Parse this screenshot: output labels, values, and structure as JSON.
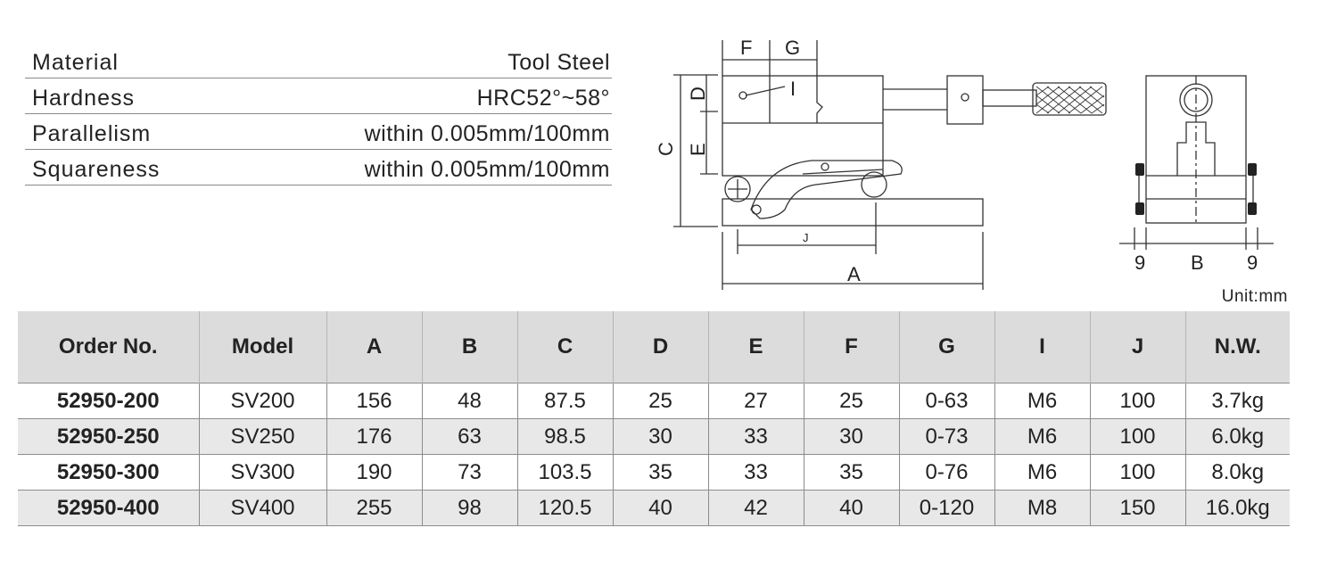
{
  "specs": [
    {
      "label": "Material",
      "value": "Tool Steel"
    },
    {
      "label": "Hardness",
      "value": "HRC52°~58°"
    },
    {
      "label": "Parallelism",
      "value": "within 0.005mm/100mm"
    },
    {
      "label": "Squareness",
      "value": "within 0.005mm/100mm"
    }
  ],
  "drawing_labels": {
    "A": "A",
    "C": "C",
    "D": "D",
    "E": "E",
    "F": "F",
    "G": "G",
    "I": "I",
    "J": "J",
    "B": "B",
    "nine_left": "9",
    "nine_right": "9"
  },
  "unit": "Unit:mm",
  "table": {
    "headers": [
      "Order No.",
      "Model",
      "A",
      "B",
      "C",
      "D",
      "E",
      "F",
      "G",
      "I",
      "J",
      "N.W."
    ],
    "rows": [
      [
        "52950-200",
        "SV200",
        "156",
        "48",
        "87.5",
        "25",
        "27",
        "25",
        "0-63",
        "M6",
        "100",
        "3.7kg"
      ],
      [
        "52950-250",
        "SV250",
        "176",
        "63",
        "98.5",
        "30",
        "33",
        "30",
        "0-73",
        "M6",
        "100",
        "6.0kg"
      ],
      [
        "52950-300",
        "SV300",
        "190",
        "73",
        "103.5",
        "35",
        "33",
        "35",
        "0-76",
        "M6",
        "100",
        "8.0kg"
      ],
      [
        "52950-400",
        "SV400",
        "255",
        "98",
        "120.5",
        "40",
        "42",
        "40",
        "0-120",
        "M8",
        "150",
        "16.0kg"
      ]
    ]
  }
}
